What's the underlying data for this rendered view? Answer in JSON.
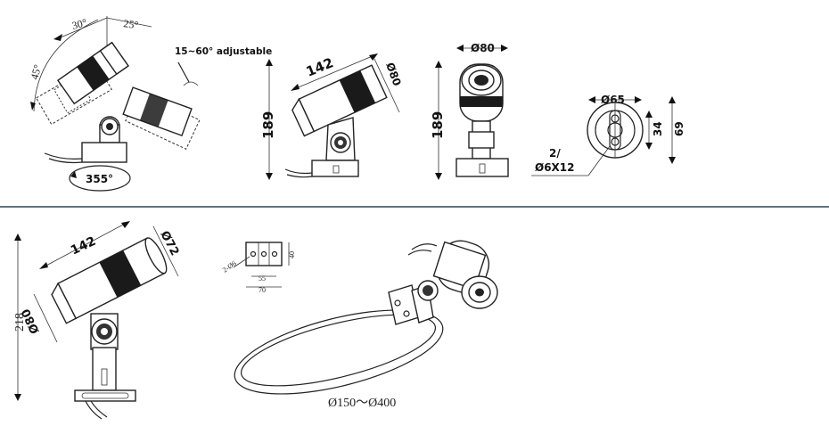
{
  "labels": {
    "angle_30": "30°",
    "angle_25": "25°",
    "angle_45": "45°",
    "adjustable": "15~60° adjustable",
    "rotation_355": "355°",
    "side_length_142": "142",
    "side_dia_80": "Ø80",
    "side_height_189": "189",
    "front_dia_80": "Ø80",
    "front_height_189": "189",
    "base_dia_65": "Ø65",
    "base_34": "34",
    "base_69": "69",
    "holes_count": "2/",
    "holes_size": "Ø6X12",
    "clamp_length_142": "142",
    "clamp_dia_72": "Ø72",
    "clamp_dia_80": "Ø80",
    "clamp_height_218": "218",
    "plate_40": "40",
    "plate_hole": "2-Ø6",
    "plate_55": "55",
    "plate_70": "70",
    "strap_range": "Ø150～Ø400"
  },
  "colors": {
    "line": "#222222",
    "divider": "#5f7478"
  }
}
